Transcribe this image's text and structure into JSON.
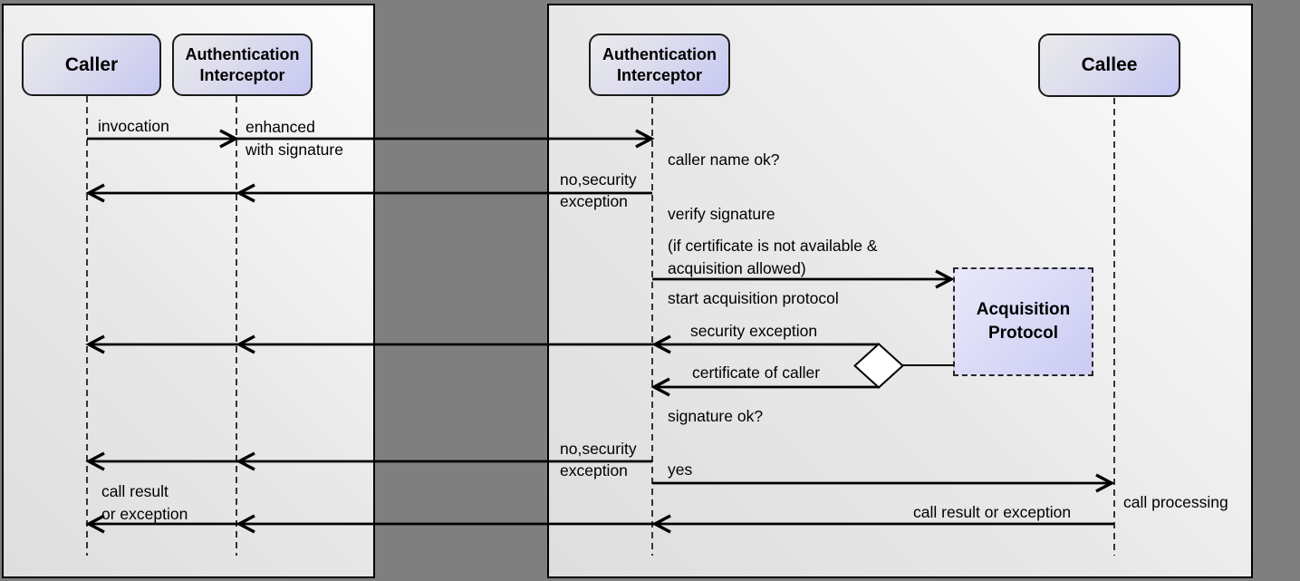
{
  "diagram_type": "uml-sequence-diagram",
  "colors": {
    "outer_background": "#7f7f7f",
    "panel_fill_light": "#fdfdfd",
    "panel_fill_dark": "#dedede",
    "panel_border": "#000000",
    "actor_fill_top": "#eaeaea",
    "actor_fill_bottom": "#c6c7f2",
    "protocol_fill": "#d5d5f6",
    "diamond_fill": "#ffffff",
    "line_color": "#000000"
  },
  "actors": {
    "caller": "Caller",
    "interceptor_left": "Authentication\nInterceptor",
    "interceptor_right": "Authentication\nInterceptor",
    "callee": "Callee",
    "acquisition_protocol": "Acquisition\nProtocol"
  },
  "messages": {
    "invocation": "invocation",
    "enhanced_with_signature": "enhanced\nwith signature",
    "no_security_exception_top": "no,security\nexception",
    "caller_name_ok": "caller name ok?",
    "verify_signature": "verify signature",
    "certificate_condition": "(if certificate is not available &\nacquisition allowed)",
    "start_acquisition_protocol": "start acquisition protocol",
    "security_exception": "security exception",
    "certificate_of_caller": "certificate of caller",
    "signature_ok": "signature ok?",
    "no_security_exception_bottom": "no,security\nexception",
    "yes": "yes",
    "call_processing": "call processing",
    "call_result_or_exception_right": "call result or exception",
    "call_result_or_exception_left": "call result\nor exception"
  }
}
